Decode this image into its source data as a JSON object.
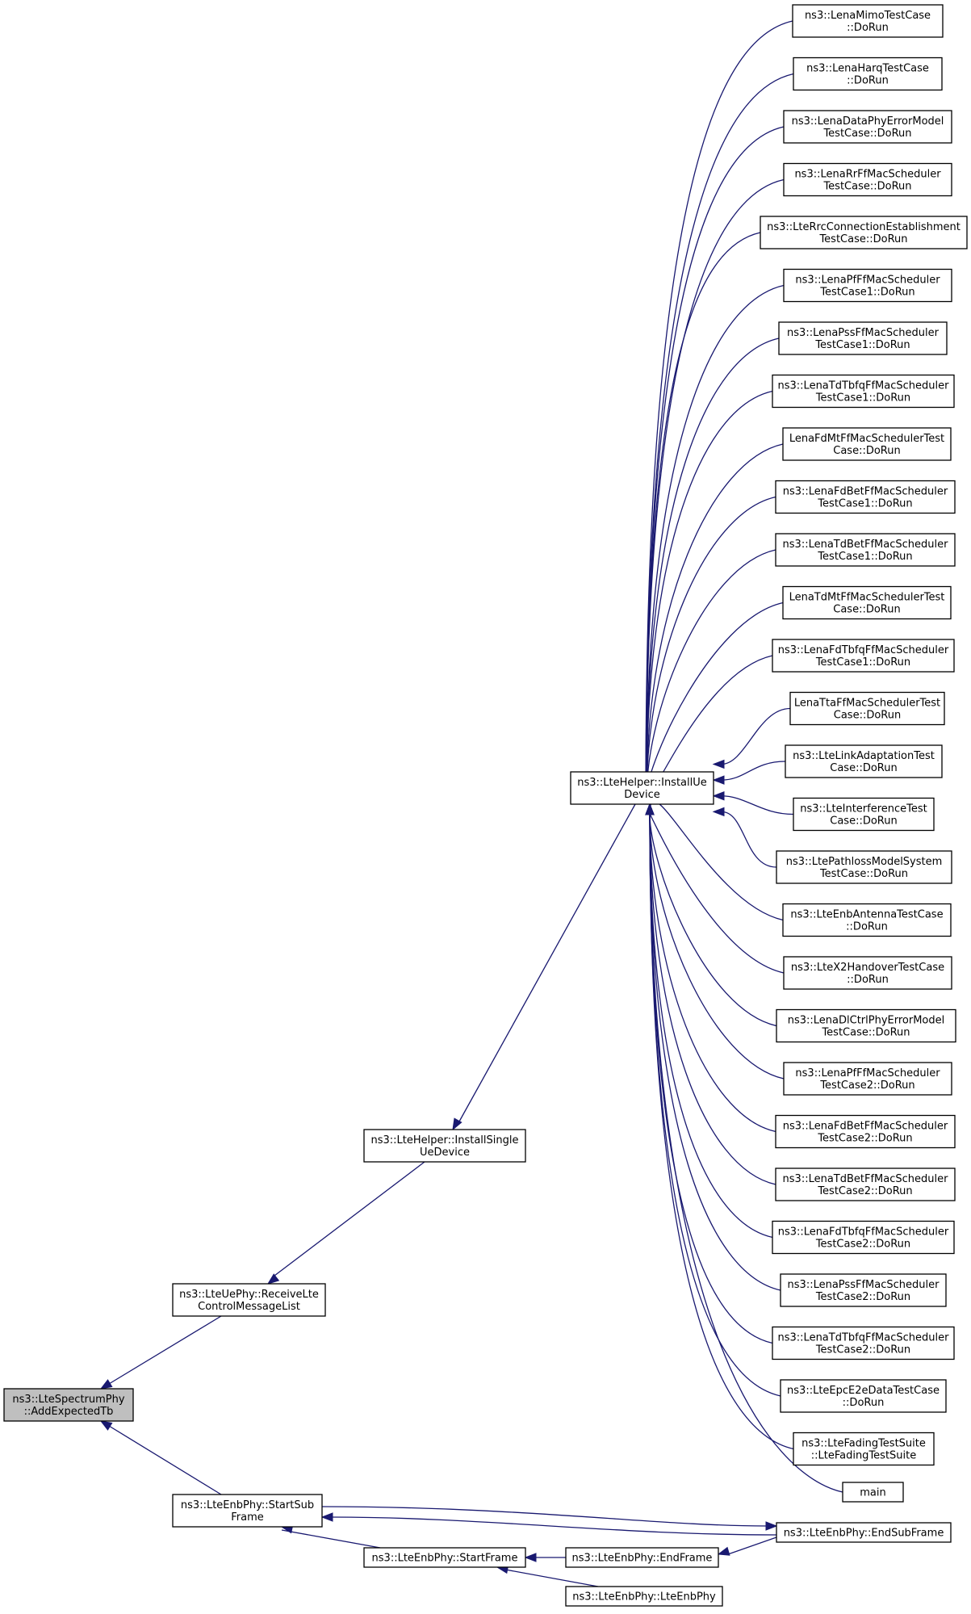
{
  "nodes": [
    {
      "id": "root",
      "lines": [
        "ns3::LteSpectrumPhy",
        "::AddExpectedTb"
      ]
    },
    {
      "id": "uephy_receive",
      "lines": [
        "ns3::LteUePhy::ReceiveLte",
        "ControlMessageList"
      ]
    },
    {
      "id": "enbphy_startsub",
      "lines": [
        "ns3::LteEnbPhy::StartSub",
        "Frame"
      ]
    },
    {
      "id": "install_single",
      "lines": [
        "ns3::LteHelper::InstallSingle",
        "UeDevice"
      ]
    },
    {
      "id": "install_ue",
      "lines": [
        "ns3::LteHelper::InstallUe",
        "Device"
      ]
    },
    {
      "id": "enbphy_startframe",
      "lines": [
        "ns3::LteEnbPhy::StartFrame"
      ]
    },
    {
      "id": "enbphy_endframe",
      "lines": [
        "ns3::LteEnbPhy::EndFrame"
      ]
    },
    {
      "id": "enbphy_ctor",
      "lines": [
        "ns3::LteEnbPhy::LteEnbPhy"
      ]
    },
    {
      "id": "enbphy_endsub",
      "lines": [
        "ns3::LteEnbPhy::EndSubFrame"
      ]
    },
    {
      "id": "c01",
      "lines": [
        "ns3::LenaMimoTestCase",
        "::DoRun"
      ]
    },
    {
      "id": "c02",
      "lines": [
        "ns3::LenaHarqTestCase",
        "::DoRun"
      ]
    },
    {
      "id": "c03",
      "lines": [
        "ns3::LenaDataPhyErrorModel",
        "TestCase::DoRun"
      ]
    },
    {
      "id": "c04",
      "lines": [
        "ns3::LenaRrFfMacScheduler",
        "TestCase::DoRun"
      ]
    },
    {
      "id": "c05",
      "lines": [
        "ns3::LteRrcConnectionEstablishment",
        "TestCase::DoRun"
      ]
    },
    {
      "id": "c06",
      "lines": [
        "ns3::LenaPfFfMacScheduler",
        "TestCase1::DoRun"
      ]
    },
    {
      "id": "c07",
      "lines": [
        "ns3::LenaPssFfMacScheduler",
        "TestCase1::DoRun"
      ]
    },
    {
      "id": "c08",
      "lines": [
        "ns3::LenaTdTbfqFfMacScheduler",
        "TestCase1::DoRun"
      ]
    },
    {
      "id": "c09",
      "lines": [
        "LenaFdMtFfMacSchedulerTest",
        "Case::DoRun"
      ]
    },
    {
      "id": "c10",
      "lines": [
        "ns3::LenaFdBetFfMacScheduler",
        "TestCase1::DoRun"
      ]
    },
    {
      "id": "c11",
      "lines": [
        "ns3::LenaTdBetFfMacScheduler",
        "TestCase1::DoRun"
      ]
    },
    {
      "id": "c12",
      "lines": [
        "LenaTdMtFfMacSchedulerTest",
        "Case::DoRun"
      ]
    },
    {
      "id": "c13",
      "lines": [
        "ns3::LenaFdTbfqFfMacScheduler",
        "TestCase1::DoRun"
      ]
    },
    {
      "id": "c14",
      "lines": [
        "LenaTtaFfMacSchedulerTest",
        "Case::DoRun"
      ]
    },
    {
      "id": "c15",
      "lines": [
        "ns3::LteLinkAdaptationTest",
        "Case::DoRun"
      ]
    },
    {
      "id": "c16",
      "lines": [
        "ns3::LteInterferenceTest",
        "Case::DoRun"
      ]
    },
    {
      "id": "c17",
      "lines": [
        "ns3::LtePathlossModelSystem",
        "TestCase::DoRun"
      ]
    },
    {
      "id": "c18",
      "lines": [
        "ns3::LteEnbAntennaTestCase",
        "::DoRun"
      ]
    },
    {
      "id": "c19",
      "lines": [
        "ns3::LteX2HandoverTestCase",
        "::DoRun"
      ]
    },
    {
      "id": "c20",
      "lines": [
        "ns3::LenaDlCtrlPhyErrorModel",
        "TestCase::DoRun"
      ]
    },
    {
      "id": "c21",
      "lines": [
        "ns3::LenaPfFfMacScheduler",
        "TestCase2::DoRun"
      ]
    },
    {
      "id": "c22",
      "lines": [
        "ns3::LenaFdBetFfMacScheduler",
        "TestCase2::DoRun"
      ]
    },
    {
      "id": "c23",
      "lines": [
        "ns3::LenaTdBetFfMacScheduler",
        "TestCase2::DoRun"
      ]
    },
    {
      "id": "c24",
      "lines": [
        "ns3::LenaFdTbfqFfMacScheduler",
        "TestCase2::DoRun"
      ]
    },
    {
      "id": "c25",
      "lines": [
        "ns3::LenaPssFfMacScheduler",
        "TestCase2::DoRun"
      ]
    },
    {
      "id": "c26",
      "lines": [
        "ns3::LenaTdTbfqFfMacScheduler",
        "TestCase2::DoRun"
      ]
    },
    {
      "id": "c27",
      "lines": [
        "ns3::LteEpcE2eDataTestCase",
        "::DoRun"
      ]
    },
    {
      "id": "c28",
      "lines": [
        "ns3::LteFadingTestSuite",
        "::LteFadingTestSuite"
      ]
    },
    {
      "id": "c29",
      "lines": [
        "main"
      ]
    }
  ],
  "edges": [
    {
      "from": "uephy_receive",
      "to": "root"
    },
    {
      "from": "enbphy_startsub",
      "to": "root"
    },
    {
      "from": "install_single",
      "to": "uephy_receive"
    },
    {
      "from": "install_ue",
      "to": "install_single"
    },
    {
      "from": "enbphy_endsub",
      "to": "enbphy_startsub"
    },
    {
      "from": "enbphy_startsub",
      "to": "enbphy_endsub"
    },
    {
      "from": "enbphy_startframe",
      "to": "enbphy_startsub"
    },
    {
      "from": "enbphy_endframe",
      "to": "enbphy_startframe"
    },
    {
      "from": "enbphy_ctor",
      "to": "enbphy_startframe"
    },
    {
      "from": "enbphy_endsub",
      "to": "enbphy_endframe"
    },
    {
      "from": "c01",
      "to": "install_ue"
    },
    {
      "from": "c02",
      "to": "install_ue"
    },
    {
      "from": "c03",
      "to": "install_ue"
    },
    {
      "from": "c04",
      "to": "install_ue"
    },
    {
      "from": "c05",
      "to": "install_ue"
    },
    {
      "from": "c06",
      "to": "install_ue"
    },
    {
      "from": "c07",
      "to": "install_ue"
    },
    {
      "from": "c08",
      "to": "install_ue"
    },
    {
      "from": "c09",
      "to": "install_ue"
    },
    {
      "from": "c10",
      "to": "install_ue"
    },
    {
      "from": "c11",
      "to": "install_ue"
    },
    {
      "from": "c12",
      "to": "install_ue"
    },
    {
      "from": "c13",
      "to": "install_ue"
    },
    {
      "from": "c14",
      "to": "install_ue"
    },
    {
      "from": "c15",
      "to": "install_ue"
    },
    {
      "from": "c16",
      "to": "install_ue"
    },
    {
      "from": "c17",
      "to": "install_ue"
    },
    {
      "from": "c18",
      "to": "install_ue"
    },
    {
      "from": "c19",
      "to": "install_ue"
    },
    {
      "from": "c20",
      "to": "install_ue"
    },
    {
      "from": "c21",
      "to": "install_ue"
    },
    {
      "from": "c22",
      "to": "install_ue"
    },
    {
      "from": "c23",
      "to": "install_ue"
    },
    {
      "from": "c24",
      "to": "install_ue"
    },
    {
      "from": "c25",
      "to": "install_ue"
    },
    {
      "from": "c26",
      "to": "install_ue"
    },
    {
      "from": "c27",
      "to": "install_ue"
    },
    {
      "from": "c28",
      "to": "install_ue"
    },
    {
      "from": "c29",
      "to": "install_ue"
    }
  ],
  "colors": {
    "edge": "#191970",
    "root_fill": "#bfbfbf",
    "node_fill": "#ffffff",
    "border": "#000000"
  }
}
